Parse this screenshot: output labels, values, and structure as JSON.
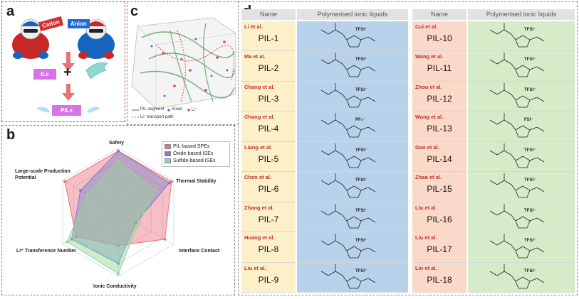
{
  "panels": {
    "a": {
      "label": "a",
      "cation": "Cation",
      "anion": "Anion",
      "ils": "ILs",
      "plus": "+",
      "pils": "PILs"
    },
    "c": {
      "label": "c",
      "legend": [
        "PIL segment",
        "Anion",
        "Li⁺",
        "Li⁺ transport path"
      ]
    },
    "b": {
      "label": "b"
    },
    "d": {
      "label": "d",
      "headers": {
        "name": "Name",
        "polymer": "Polymerised ionic liquids"
      }
    }
  },
  "colors": {
    "name_col_left": "#fdf0c8",
    "poly_col_left": "#b7d2ea",
    "name_col_right": "#fbd9c8",
    "poly_col_right": "#d6ebc8",
    "author_text": "#c03030",
    "pil_series": "#e8717f",
    "oxide_series": "#7b7fc8",
    "sulfide_series": "#8fd49a"
  },
  "table_left": [
    {
      "author": "Li et al.",
      "name": "PIL-1",
      "anion": "TFSI⁻"
    },
    {
      "author": "Ma et al.",
      "name": "PIL-2",
      "anion": "TFSI⁻"
    },
    {
      "author": "Chang et al.",
      "name": "PIL-3",
      "anion": "TFSI⁻"
    },
    {
      "author": "Chang et al.",
      "name": "PIL-4",
      "anion": "PF₆⁻"
    },
    {
      "author": "Liang et al.",
      "name": "PIL-5",
      "anion": "TFSI⁻"
    },
    {
      "author": "Chen et al.",
      "name": "PIL-6",
      "anion": "TFSI⁻"
    },
    {
      "author": "Zhang et al.",
      "name": "PIL-7",
      "anion": "TFSI⁻"
    },
    {
      "author": "Huang et al.",
      "name": "PIL-8",
      "anion": "TFSI⁻"
    },
    {
      "author": "Liu et al.",
      "name": "PIL-9",
      "anion": "TFSI⁻"
    }
  ],
  "table_right": [
    {
      "author": "Cui et al.",
      "name": "PIL-10",
      "anion": "TFSI⁻"
    },
    {
      "author": "Wang et al.",
      "name": "PIL-11",
      "anion": "TFSI⁻"
    },
    {
      "author": "Zhou et al.",
      "name": "PIL-12",
      "anion": "TFSI⁻"
    },
    {
      "author": "Wang et al.",
      "name": "PIL-13",
      "anion": "FSI⁻"
    },
    {
      "author": "Gao et al.",
      "name": "PIL-14",
      "anion": "TFSI⁻"
    },
    {
      "author": "Zhao et al.",
      "name": "PIL-15",
      "anion": "TFSI⁻"
    },
    {
      "author": "Liu et al.",
      "name": "PIL-16",
      "anion": "TFSI⁻"
    },
    {
      "author": "Liu et al.",
      "name": "PIL-17",
      "anion": "TFSI⁻"
    },
    {
      "author": "Lin et al.",
      "name": "PIL-18",
      "anion": "TFSI⁻"
    }
  ],
  "chart_data": {
    "type": "radar",
    "axes": [
      "Safety",
      "Thermal Stability",
      "Interface Contact",
      "Ionic Conductivity",
      "Li⁺ Transference Number",
      "Large-scale Production Potential"
    ],
    "range": [
      0,
      5
    ],
    "series": [
      {
        "name": "PIL-based SPEs",
        "values": [
          4.8,
          4.8,
          4.2,
          2.6,
          3.8,
          4.8
        ]
      },
      {
        "name": "Oxide-based ISEs",
        "values": [
          4.8,
          4.6,
          1.6,
          4.0,
          4.2,
          3.4
        ]
      },
      {
        "name": "Sulfide-based ISEs",
        "values": [
          4.0,
          3.4,
          1.8,
          4.8,
          4.6,
          2.8
        ]
      }
    ],
    "legend_position": "top-right"
  }
}
